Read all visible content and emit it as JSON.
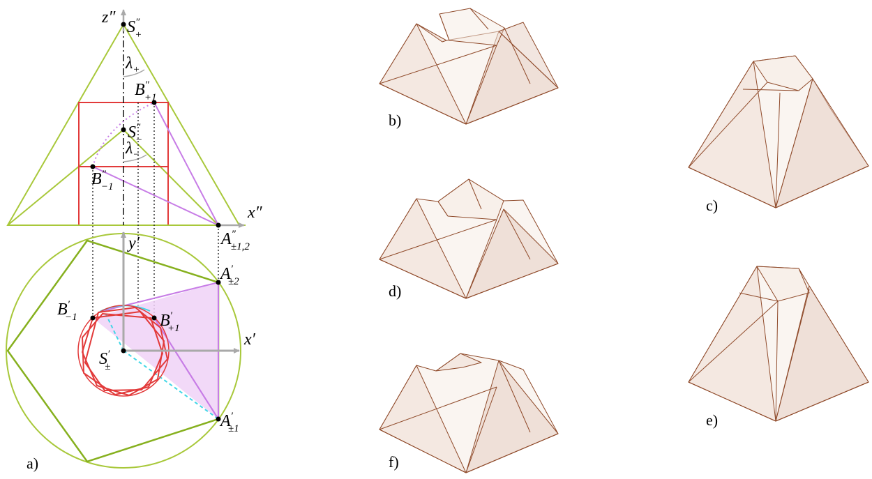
{
  "panels": {
    "a": "a)",
    "b": "b)",
    "c": "c)",
    "d": "d)",
    "e": "e)",
    "f": "f)"
  },
  "labels": {
    "z_axis": {
      "main": "z",
      "prime": "″"
    },
    "x_axis_top": {
      "main": "x",
      "prime": "″"
    },
    "y_axis": {
      "main": "y",
      "prime": "′"
    },
    "x_axis_bottom": {
      "main": "x",
      "prime": "′"
    },
    "S_plus_top": {
      "main": "S",
      "prime": "″",
      "sub": "+"
    },
    "S_minus_top": {
      "main": "S",
      "prime": "″",
      "sub": "−"
    },
    "lambda_plus": {
      "main": "λ",
      "sub": "+"
    },
    "lambda_minus": {
      "main": "λ",
      "sub": "−"
    },
    "B_plus1_top": {
      "main": "B",
      "prime": "″",
      "sub": "+1"
    },
    "B_minus1_top": {
      "main": "B",
      "prime": "″",
      "sub": "−1"
    },
    "A_pm12_top": {
      "main": "A",
      "prime": "″",
      "sub": "±1,2"
    },
    "A_pm2": {
      "main": "A",
      "prime": "′",
      "sub": "±2"
    },
    "A_pm1": {
      "main": "A",
      "prime": "′",
      "sub": "±1"
    },
    "B_minus1_bottom": {
      "main": "B",
      "prime": "′",
      "sub": "−1"
    },
    "B_plus1_bottom": {
      "main": "B",
      "prime": "′",
      "sub": "+1"
    },
    "S_pm_bottom": {
      "main": "S",
      "prime": "′",
      "sub": "±"
    }
  },
  "colors": {
    "green": "#a8c83a",
    "dark_green": "#86b01e",
    "red": "#e23a3a",
    "violet": "#c77ce6",
    "violet_fill": "#f0d2f7",
    "cyan": "#3fd6e6",
    "gray": "#a9a9a9",
    "face": "#efddd3",
    "edge": "#8f4a2a"
  }
}
